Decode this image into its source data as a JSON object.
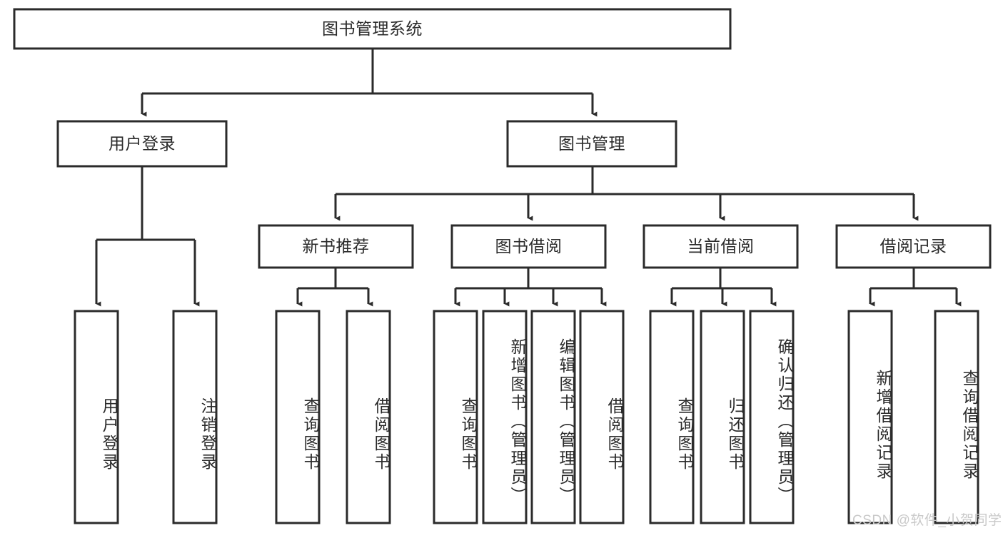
{
  "diagram": {
    "type": "tree-hierarchy",
    "title": "图书管理系统",
    "colors": {
      "stroke": "#2b2b2b",
      "fill": "#ffffff",
      "background": "#ffffff",
      "watermark": "#c9c9c9"
    },
    "nodes": {
      "root": {
        "label": "图书管理系统",
        "orientation": "horizontal"
      },
      "level2": [
        {
          "id": "user-login",
          "label": "用户登录",
          "orientation": "horizontal"
        },
        {
          "id": "book-manage",
          "label": "图书管理",
          "orientation": "horizontal"
        }
      ],
      "level3": [
        {
          "id": "new-book-recommend",
          "label": "新书推荐",
          "orientation": "horizontal"
        },
        {
          "id": "book-borrow",
          "label": "图书借阅",
          "orientation": "horizontal"
        },
        {
          "id": "current-borrow",
          "label": "当前借阅",
          "orientation": "horizontal"
        },
        {
          "id": "borrow-record",
          "label": "借阅记录",
          "orientation": "horizontal"
        }
      ],
      "leaves": [
        {
          "id": "leaf-user-login",
          "label": "用户登录",
          "parent": "user-login",
          "orientation": "vertical"
        },
        {
          "id": "leaf-user-logout",
          "label": "注销登录",
          "parent": "user-login",
          "orientation": "vertical"
        },
        {
          "id": "leaf-query-book-1",
          "label": "查询图书",
          "parent": "new-book-recommend",
          "orientation": "vertical"
        },
        {
          "id": "leaf-borrow-book-1",
          "label": "借阅图书",
          "parent": "new-book-recommend",
          "orientation": "vertical"
        },
        {
          "id": "leaf-query-book-2",
          "label": "查询图书",
          "parent": "book-borrow",
          "orientation": "vertical"
        },
        {
          "id": "leaf-add-book",
          "label": "新增图书（管理员）",
          "parent": "book-borrow",
          "orientation": "vertical"
        },
        {
          "id": "leaf-edit-book",
          "label": "编辑图书（管理员）",
          "parent": "book-borrow",
          "orientation": "vertical"
        },
        {
          "id": "leaf-borrow-book-2",
          "label": "借阅图书",
          "parent": "book-borrow",
          "orientation": "vertical"
        },
        {
          "id": "leaf-query-book-3",
          "label": "查询图书",
          "parent": "current-borrow",
          "orientation": "vertical"
        },
        {
          "id": "leaf-return-book",
          "label": "归还图书",
          "parent": "current-borrow",
          "orientation": "vertical"
        },
        {
          "id": "leaf-confirm-return",
          "label": "确认归还（管理员）",
          "parent": "current-borrow",
          "orientation": "vertical"
        },
        {
          "id": "leaf-add-record",
          "label": "新增借阅记录",
          "parent": "borrow-record",
          "orientation": "vertical"
        },
        {
          "id": "leaf-query-record",
          "label": "查询借阅记录",
          "parent": "borrow-record",
          "orientation": "vertical"
        }
      ]
    },
    "watermark": "CSDN @软件_小贺同学"
  }
}
